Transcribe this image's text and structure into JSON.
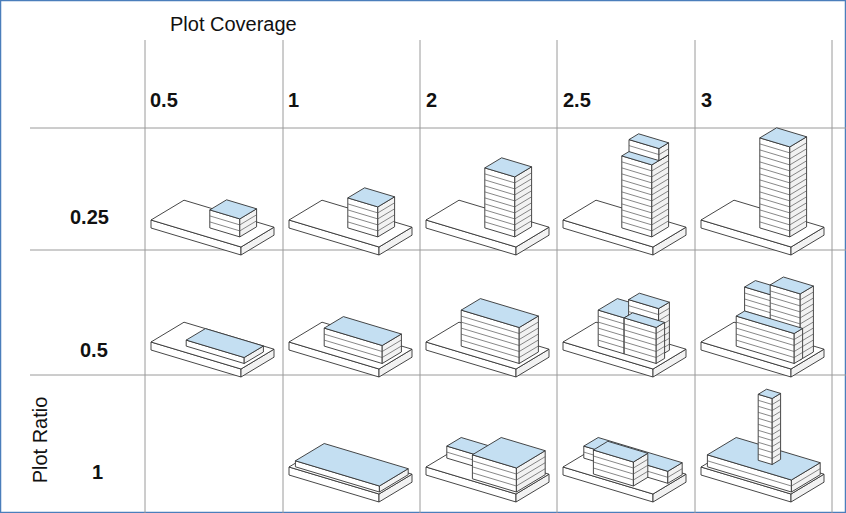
{
  "diagram": {
    "labels": [
      "Plot Coverage",
      "0.5",
      "1",
      "2",
      "2.5",
      "3",
      "0.25",
      "0.5",
      "1",
      "Plot Ratio"
    ]
  }
}
